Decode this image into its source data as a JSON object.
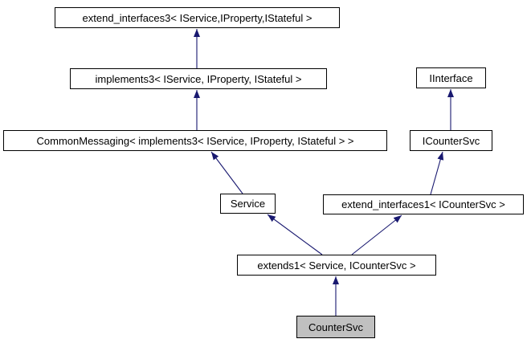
{
  "diagram": {
    "kind": "class-inheritance-graph",
    "colors": {
      "background": "#ffffff",
      "node_background": "#ffffff",
      "node_border": "#000000",
      "node_text": "#000000",
      "highlight_background": "#c0c0c0",
      "arrow": "#191970"
    },
    "nodes": [
      {
        "id": "extend_interfaces3",
        "label": "extend_interfaces3< IService,IProperty,IStateful >",
        "highlighted": false
      },
      {
        "id": "implements3",
        "label": "implements3< IService, IProperty, IStateful >",
        "highlighted": false
      },
      {
        "id": "IInterface",
        "label": "IInterface",
        "highlighted": false
      },
      {
        "id": "CommonMessaging",
        "label": "CommonMessaging< implements3< IService, IProperty, IStateful > >",
        "highlighted": false
      },
      {
        "id": "ICounterSvc",
        "label": "ICounterSvc",
        "highlighted": false
      },
      {
        "id": "Service",
        "label": "Service",
        "highlighted": false
      },
      {
        "id": "extend_interfaces1",
        "label": "extend_interfaces1< ICounterSvc >",
        "highlighted": false
      },
      {
        "id": "extends1",
        "label": "extends1< Service, ICounterSvc >",
        "highlighted": false
      },
      {
        "id": "CounterSvc",
        "label": "CounterSvc",
        "highlighted": true
      }
    ],
    "edges": [
      {
        "from": "implements3",
        "to": "extend_interfaces3"
      },
      {
        "from": "CommonMessaging",
        "to": "implements3"
      },
      {
        "from": "Service",
        "to": "CommonMessaging"
      },
      {
        "from": "ICounterSvc",
        "to": "IInterface"
      },
      {
        "from": "extend_interfaces1",
        "to": "ICounterSvc"
      },
      {
        "from": "extends1",
        "to": "Service"
      },
      {
        "from": "extends1",
        "to": "extend_interfaces1"
      },
      {
        "from": "CounterSvc",
        "to": "extends1"
      }
    ]
  }
}
